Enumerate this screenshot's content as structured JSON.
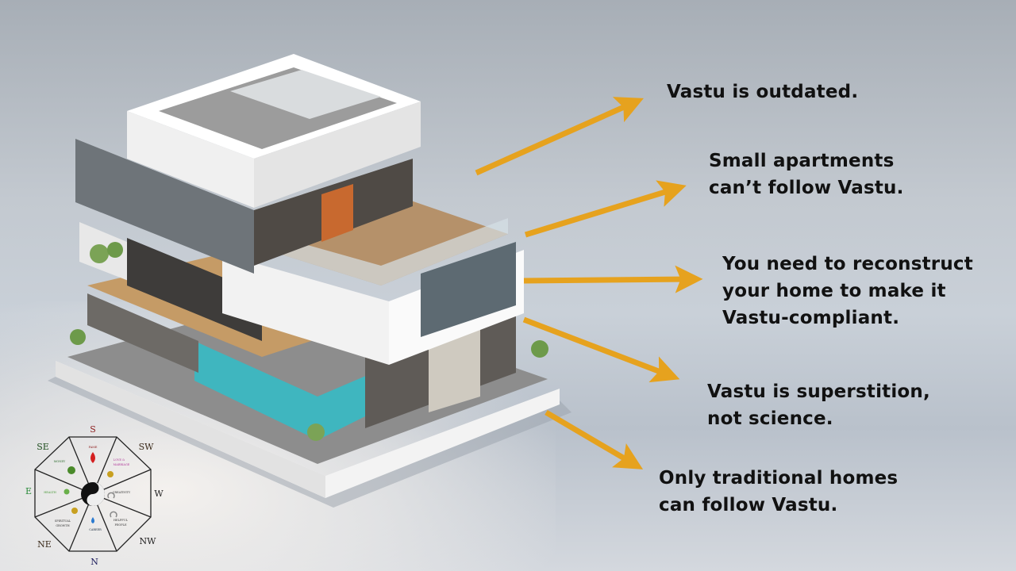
{
  "claims": [
    "Vastu is outdated.",
    "Small apartments\ncan’t follow Vastu.",
    "You need to reconstruct\nyour home to make it\nVastu-compliant.",
    "Vastu is superstition,\nnot science.",
    "Only traditional homes\ncan follow Vastu."
  ],
  "compass": {
    "directions": {
      "S": "S",
      "SW": "SW",
      "W": "W",
      "NW": "NW",
      "N": "N",
      "NE": "NE",
      "E": "E",
      "SE": "SE"
    },
    "zones": {
      "fame": "FAME",
      "love": "LOVE &",
      "marriage": "MARRIAGE",
      "creativity": "CREATIVITY",
      "helpful1": "HELPFUL",
      "helpful2": "PEOPLE",
      "career": "CAREER",
      "spiritual1": "SPIRITUAL",
      "spiritual2": "GROWTH",
      "health": "HEALTH",
      "money": "MONEY"
    }
  },
  "colors": {
    "arrow": "#E6A21E",
    "text": "#111111"
  }
}
